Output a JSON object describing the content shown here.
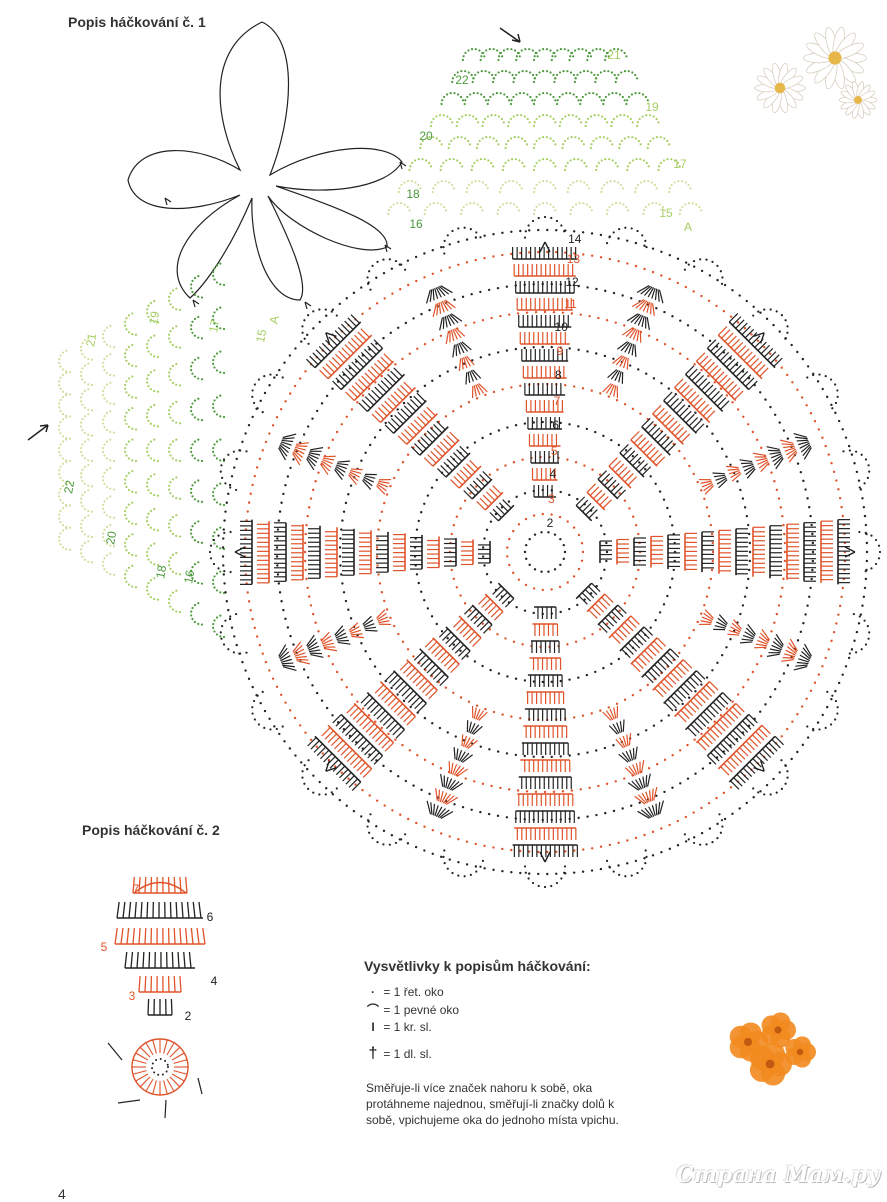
{
  "headings": {
    "h1": "Popis háčkování č. 1",
    "h2": "Popis háčkování č. 2"
  },
  "colors": {
    "red": "#e0532a",
    "black": "#222222",
    "green_dark": "#4c9a3c",
    "green_light": "#a6cf63",
    "cream": "#d6dc9c"
  },
  "leaf_top_labels": [
    "22",
    "21",
    "20",
    "19",
    "18",
    "17",
    "16",
    "15",
    "A"
  ],
  "leaf_left_labels": [
    "22",
    "21",
    "20",
    "19",
    "18",
    "17",
    "16",
    "15",
    "A"
  ],
  "doily_rows": [
    "2",
    "3",
    "4",
    "5",
    "6",
    "7",
    "8",
    "9",
    "10",
    "11",
    "12",
    "13",
    "14"
  ],
  "diagram2_rows": [
    "2",
    "3",
    "4",
    "5",
    "6",
    "7"
  ],
  "legend": {
    "title": "Vysvětlivky k popisům háčkování:",
    "items": [
      {
        "symbol": "·",
        "text": "= 1 řet. oko"
      },
      {
        "symbol": "⌒",
        "text": "= 1 pevné oko"
      },
      {
        "symbol": "I",
        "text": "= 1 kr. sl."
      },
      {
        "symbol": "†",
        "text": "= 1 dl. sl."
      }
    ]
  },
  "note": "Směřuje-li více značek nahoru k sobě, oka protáhneme najednou, směřují-li značky dolů k sobě, vpichujeme oka do jednoho místa vpichu.",
  "page_number": "4",
  "watermark": "Страна Мам.ру",
  "icons": [
    "daisy-flowers",
    "orange-flowers",
    "arrow-icon"
  ]
}
